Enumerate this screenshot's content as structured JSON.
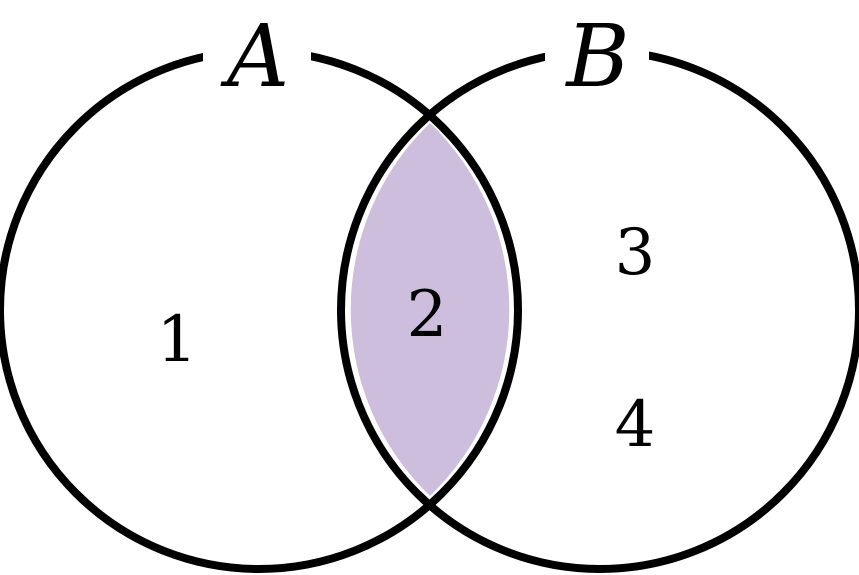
{
  "sets": [
    {
      "name": "A"
    },
    {
      "name": "B"
    }
  ],
  "elements": {
    "only_a": [
      "1"
    ],
    "a_and_b": [
      "2"
    ],
    "only_b": [
      "3",
      "4"
    ]
  },
  "colors": {
    "stroke": "#000000",
    "intersection_fill": "#cdbedd",
    "background": "#ffffff"
  }
}
